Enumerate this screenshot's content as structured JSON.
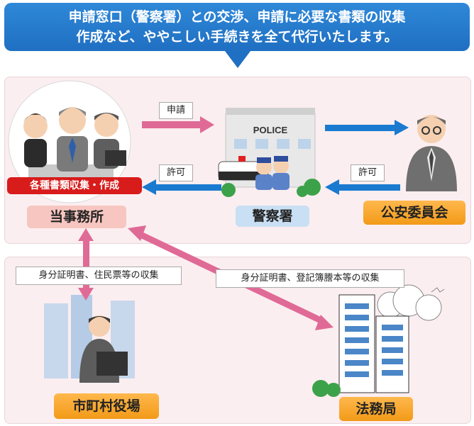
{
  "banner": {
    "line1": "申請窓口（警察署）との交渉、申請に必要な書類の収集",
    "line2": "作成など、ややこしい手続きを全て代行いたします。"
  },
  "police_sign": "POLICE",
  "actors": {
    "office": "当事務所",
    "police": "警察署",
    "commission": "公安委員会",
    "city": "市町村役場",
    "legal": "法務局"
  },
  "office_tag": "各種書類収集・作成",
  "flows": {
    "apply": "申請",
    "permit_police": "許可",
    "permit_commission": "許可",
    "city_docs": "身分証明書、住民票等の収集",
    "legal_docs": "身分証明書、登記簿謄本等の収集"
  },
  "colors": {
    "banner": "#1f6fc2",
    "pink_arrow": "#e06a96",
    "blue_arrow": "#1a7ad0",
    "panel_bg": "#fbeef0",
    "tag_red": "#d81b1b",
    "label_orange": "#f5a623"
  }
}
